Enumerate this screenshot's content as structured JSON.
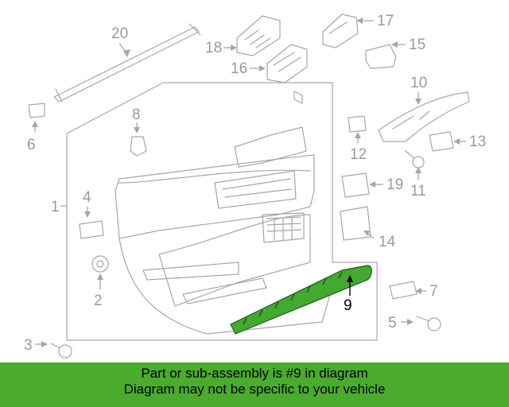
{
  "diagram": {
    "callouts": [
      "20",
      "18",
      "17",
      "16",
      "15",
      "10",
      "8",
      "6",
      "13",
      "12",
      "11",
      "19",
      "1",
      "4",
      "14",
      "2",
      "9",
      "7",
      "5",
      "3"
    ],
    "highlighted_part": "9",
    "highlight_color": "#44a832"
  },
  "banner": {
    "line1": "Part or sub-assembly is #9 in diagram",
    "line2": "Diagram may not be specific to your vehicle",
    "background": "#4aab2e"
  }
}
